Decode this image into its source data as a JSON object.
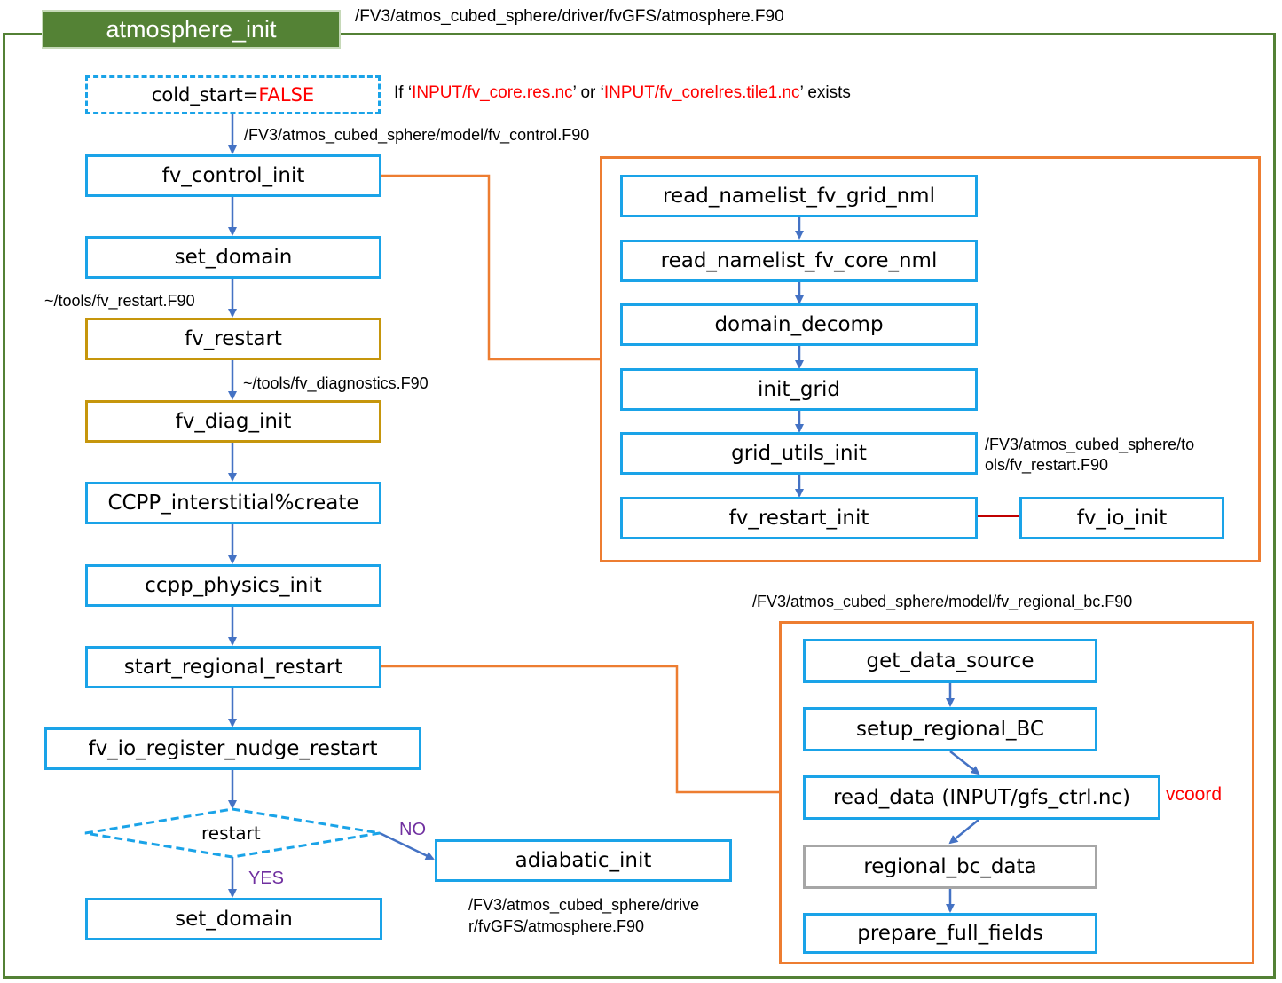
{
  "title": "atmosphere_init",
  "paths": {
    "header": "/FV3/atmos_cubed_sphere/driver/fvGFS/atmosphere.F90",
    "fv_control": "/FV3/atmos_cubed_sphere/model/fv_control.F90",
    "fv_restart": "~/tools/fv_restart.F90",
    "fv_diagnostics": "~/tools/fv_diagnostics.F90",
    "grid_utils_line1": "/FV3/atmos_cubed_sphere/to",
    "grid_utils_line2": "ols/fv_restart.F90",
    "regional_bc": "/FV3/atmos_cubed_sphere/model/fv_regional_bc.F90",
    "adiabatic_line1": "/FV3/atmos_cubed_sphere/drive",
    "adiabatic_line2": "r/fvGFS/atmosphere.F90"
  },
  "cold_start": {
    "label": "cold_start=",
    "value": "FALSE",
    "condition": {
      "prefix": "If ‘",
      "file1": "INPUT/fv_core.res.nc",
      "middle": "’ or ‘",
      "file2": "INPUT/fv_corelres.tile1.nc",
      "suffix": "’ exists"
    }
  },
  "main_flow": [
    "fv_control_init",
    "set_domain",
    "fv_restart",
    "fv_diag_init",
    "CCPP_interstitial%create",
    "ccpp_physics_init",
    "start_regional_restart",
    "fv_io_register_nudge_restart"
  ],
  "decision": {
    "label": "restart",
    "no_label": "NO",
    "yes_label": "YES",
    "yes_target": "set_domain",
    "no_target": "adiabatic_init"
  },
  "control_panel": [
    "read_namelist_fv_grid_nml",
    "read_namelist_fv_core_nml",
    "domain_decomp",
    "init_grid",
    "grid_utils_init",
    "fv_restart_init"
  ],
  "control_side": "fv_io_init",
  "regional_panel": [
    "get_data_source",
    "setup_regional_BC",
    "read_data (INPUT/gfs_ctrl.nc)",
    "regional_bc_data",
    "prepare_full_fields"
  ],
  "vcoord": "vcoord",
  "colors": {
    "box_border": "#1aa3e8",
    "gold_border": "#c6960c",
    "gray_border": "#a6a6a6",
    "panel_border": "#ed7d31",
    "frame": "#538135",
    "title_bg": "#548235",
    "arrow": "#4472c4",
    "highlight": "#ff0000",
    "branch_label": "#7030a0"
  }
}
